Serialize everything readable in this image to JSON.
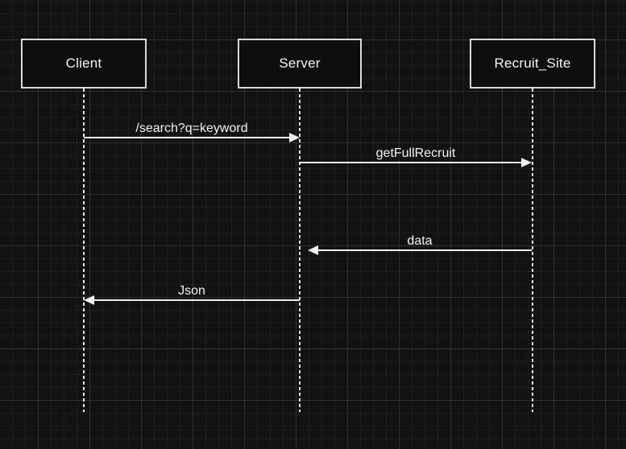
{
  "diagram": {
    "type": "sequence-diagram",
    "actors": [
      {
        "name": "Client"
      },
      {
        "name": "Server"
      },
      {
        "name": "Recruit_Site"
      }
    ],
    "messages": [
      {
        "label": "/search?q=keyword",
        "from": "Client",
        "to": "Server",
        "direction": "right"
      },
      {
        "label": "getFullRecruit",
        "from": "Server",
        "to": "Recruit_Site",
        "direction": "right"
      },
      {
        "label": "data",
        "from": "Recruit_Site",
        "to": "Server",
        "direction": "left"
      },
      {
        "label": "Json",
        "from": "Server",
        "to": "Client",
        "direction": "left"
      }
    ]
  },
  "colors": {
    "background": "#111214",
    "grid_minor": "#1d1e20",
    "grid_major": "#2e2f31",
    "shape_fill": "#0d0e0f",
    "stroke": "#d9dadb",
    "arrow": "#eeeeef",
    "text": "#f4f4f4"
  }
}
